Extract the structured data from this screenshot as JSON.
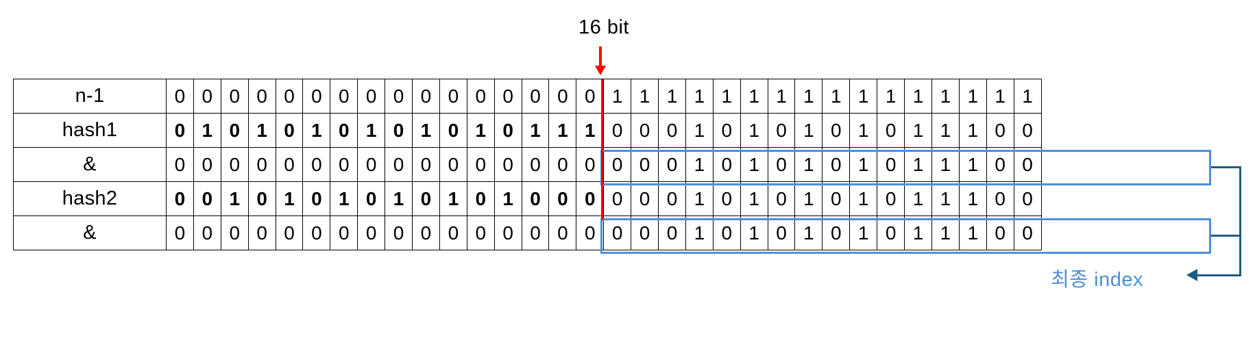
{
  "annotations": {
    "bit_marker_label": "16 bit",
    "bit_marker_color": "#ff0000",
    "final_index_label": "최종 index",
    "final_index_color": "#4a90d9",
    "highlight_color": "#4a90d9",
    "bracket_color": "#1f5c84"
  },
  "diagram": {
    "type": "bitmask-and-operation",
    "total_bits": 32,
    "split_at_bit": 16,
    "rows": [
      {
        "label": "n-1",
        "shaded": false,
        "emphasize_left": false,
        "bits": [
          0,
          0,
          0,
          0,
          0,
          0,
          0,
          0,
          0,
          0,
          0,
          0,
          0,
          0,
          0,
          0,
          1,
          1,
          1,
          1,
          1,
          1,
          1,
          1,
          1,
          1,
          1,
          1,
          1,
          1,
          1,
          1
        ]
      },
      {
        "label": "hash1",
        "shaded": true,
        "emphasize_left": true,
        "bits": [
          0,
          1,
          0,
          1,
          0,
          1,
          0,
          1,
          0,
          1,
          0,
          1,
          0,
          1,
          1,
          1,
          0,
          0,
          0,
          1,
          0,
          1,
          0,
          1,
          0,
          1,
          0,
          1,
          1,
          1,
          0,
          0
        ]
      },
      {
        "label": "&",
        "shaded": false,
        "emphasize_left": false,
        "bits": [
          0,
          0,
          0,
          0,
          0,
          0,
          0,
          0,
          0,
          0,
          0,
          0,
          0,
          0,
          0,
          0,
          0,
          0,
          0,
          1,
          0,
          1,
          0,
          1,
          0,
          1,
          0,
          1,
          1,
          1,
          0,
          0
        ]
      },
      {
        "label": "hash2",
        "shaded": true,
        "emphasize_left": true,
        "bits": [
          0,
          0,
          1,
          0,
          1,
          0,
          1,
          0,
          1,
          0,
          1,
          0,
          1,
          0,
          0,
          0,
          0,
          0,
          0,
          1,
          0,
          1,
          0,
          1,
          0,
          1,
          0,
          1,
          1,
          1,
          0,
          0
        ]
      },
      {
        "label": "&",
        "shaded": false,
        "emphasize_left": false,
        "bits": [
          0,
          0,
          0,
          0,
          0,
          0,
          0,
          0,
          0,
          0,
          0,
          0,
          0,
          0,
          0,
          0,
          0,
          0,
          0,
          1,
          0,
          1,
          0,
          1,
          0,
          1,
          0,
          1,
          1,
          1,
          0,
          0
        ]
      }
    ]
  }
}
